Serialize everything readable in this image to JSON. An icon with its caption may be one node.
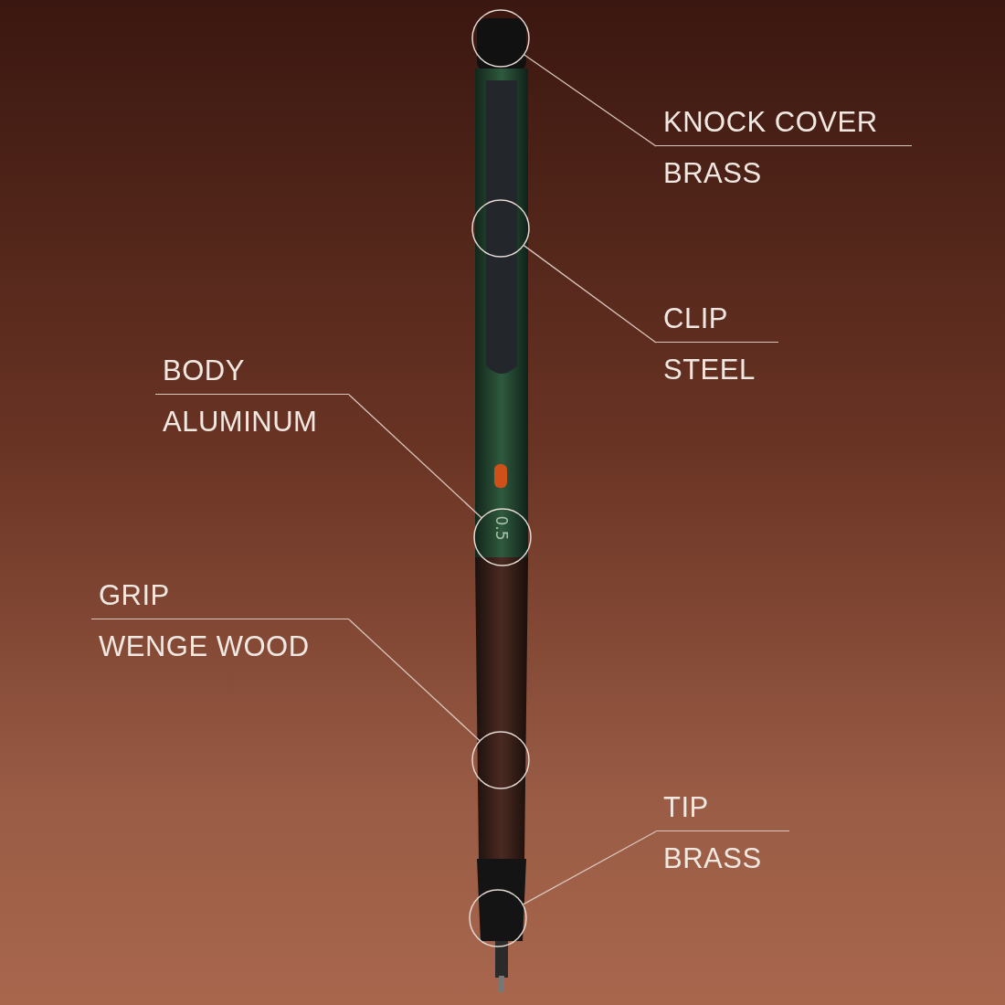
{
  "diagram": {
    "nodes": [
      {
        "text": [
          "KNOCK COVER",
          "BRASS"
        ]
      },
      {
        "text": [],
        "shape": "circle"
      },
      {
        "text": [],
        "shape": "circle"
      },
      {
        "text": [
          "CLIP",
          "STEEL"
        ]
      },
      {
        "text": [
          "BODY",
          "ALUMINUM"
        ]
      },
      {
        "text": [],
        "shape": "circle"
      },
      {
        "text": [
          "GRIP",
          "WENGE WOOD"
        ]
      },
      {
        "text": [],
        "shape": "circle"
      },
      {
        "text": [
          "TIP",
          "BRASS"
        ]
      },
      {
        "text": [],
        "shape": "circle"
      }
    ],
    "edges": [
      {
        "from": 0,
        "to": 1,
        "arrow": "none"
      },
      {
        "from": 3,
        "to": 2,
        "arrow": "none"
      },
      {
        "from": 4,
        "to": 5,
        "arrow": "none"
      },
      {
        "from": 6,
        "to": 7,
        "arrow": "none"
      },
      {
        "from": 8,
        "to": 9,
        "arrow": "none"
      }
    ],
    "labels": [
      "0.5"
    ]
  }
}
